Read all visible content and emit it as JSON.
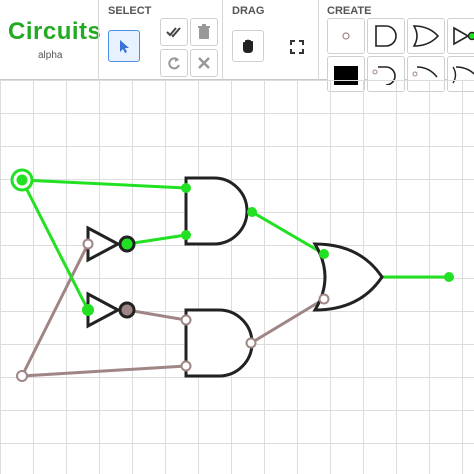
{
  "app": {
    "logo": "Circuits",
    "version_label": "alpha"
  },
  "toolbar": {
    "select_label": "SELECT",
    "drag_label": "DRAG",
    "create_label": "CREATE"
  },
  "tools": {
    "select": {
      "icon": "cursor-arrow-icon",
      "active": true
    },
    "select_all": {
      "icon": "double-check-icon"
    },
    "delete": {
      "icon": "trash-icon"
    },
    "redo": {
      "icon": "redo-icon"
    },
    "clear": {
      "icon": "close-icon"
    },
    "pan": {
      "icon": "hand-grab-icon"
    },
    "fit": {
      "icon": "fit-screen-icon"
    }
  },
  "components": [
    {
      "name": "input-node",
      "icon": "input-node-icon"
    },
    {
      "name": "and-gate",
      "icon": "and-gate-icon"
    },
    {
      "name": "or-gate",
      "icon": "or-gate-icon"
    },
    {
      "name": "not-gate",
      "icon": "not-gate-icon"
    },
    {
      "name": "display-block",
      "icon": "display-block-icon"
    },
    {
      "name": "nand-gate",
      "icon": "nand-gate-icon"
    },
    {
      "name": "nor-gate",
      "icon": "nor-gate-icon"
    },
    {
      "name": "xor-gate",
      "icon": "xor-gate-icon"
    }
  ],
  "circuit": {
    "input_a_on": true,
    "input_b_on": false,
    "output_on": true
  },
  "colors": {
    "wire_on": "#22e022",
    "wire_off": "#a08585",
    "gate_stroke": "#222222",
    "grid": "#dddddd",
    "brand": "#22aa22"
  }
}
